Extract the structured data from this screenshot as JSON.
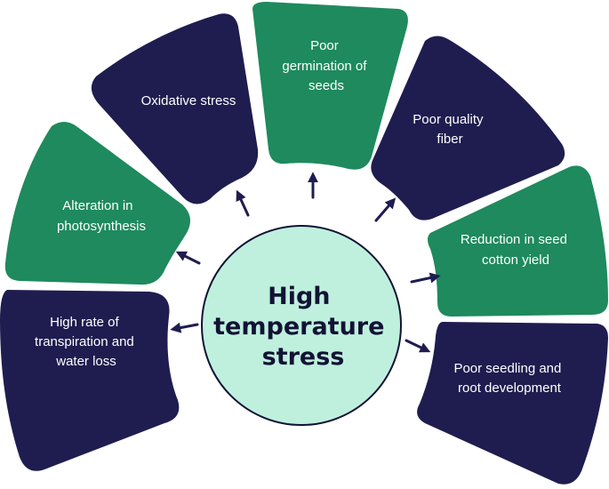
{
  "center": {
    "lines": [
      "High",
      "temperature",
      "stress"
    ]
  },
  "colors": {
    "navy": "#1f1d4f",
    "green": "#1e8a5d",
    "center_fill": "#bff0de",
    "center_stroke": "#121334",
    "arrow": "#1f1d4f"
  },
  "segments": [
    {
      "id": "transpiration",
      "lines": [
        "High rate of",
        "transpiration and",
        "water loss"
      ],
      "color": "navy"
    },
    {
      "id": "photosynthesis",
      "lines": [
        "Alteration in",
        "photosynthesis"
      ],
      "color": "green"
    },
    {
      "id": "oxidative-stress",
      "lines": [
        "Oxidative stress"
      ],
      "color": "navy"
    },
    {
      "id": "germination",
      "lines": [
        "Poor",
        "germination of",
        "seeds"
      ],
      "color": "green"
    },
    {
      "id": "fiber-quality",
      "lines": [
        "Poor quality",
        "fiber"
      ],
      "color": "navy"
    },
    {
      "id": "seed-cotton-yield",
      "lines": [
        "Reduction in seed",
        "cotton yield"
      ],
      "color": "green"
    },
    {
      "id": "seedling-root",
      "lines": [
        "Poor seedling and",
        "root development"
      ],
      "color": "navy"
    }
  ]
}
